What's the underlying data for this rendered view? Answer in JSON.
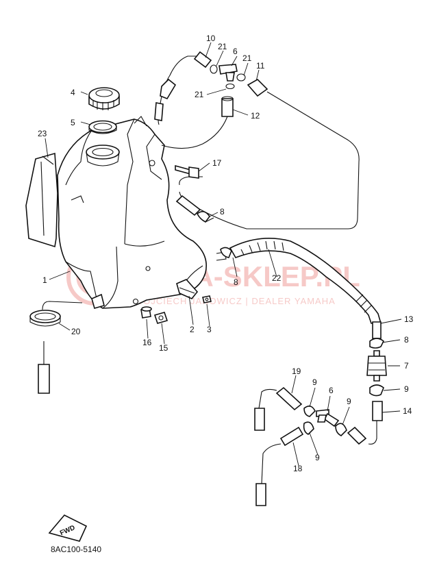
{
  "labels": {
    "p1": "1",
    "p2": "2",
    "p3": "3",
    "p4": "4",
    "p5": "5",
    "p6a": "6",
    "p6b": "6",
    "p7": "7",
    "p8a": "8",
    "p8b": "8",
    "p8c": "8",
    "p9a": "9",
    "p9b": "9",
    "p9c": "9",
    "p9d": "9",
    "p9e": "9",
    "p10": "10",
    "p11": "11",
    "p12": "12",
    "p13": "13",
    "p14": "14",
    "p15": "15",
    "p16": "16",
    "p17": "17",
    "p18": "18",
    "p19": "19",
    "p20": "20",
    "p21a": "21",
    "p21b": "21",
    "p21c": "21",
    "p22": "22",
    "p23": "23"
  },
  "fwd_badge": "FWD",
  "diagram_code": "8AC100-5140",
  "watermark": {
    "title": "YAMA-SKLEP.PL",
    "subtitle": "WOJCIECH JANOWICZ | DEALER YAMAHA",
    "color": "#e0413b"
  }
}
